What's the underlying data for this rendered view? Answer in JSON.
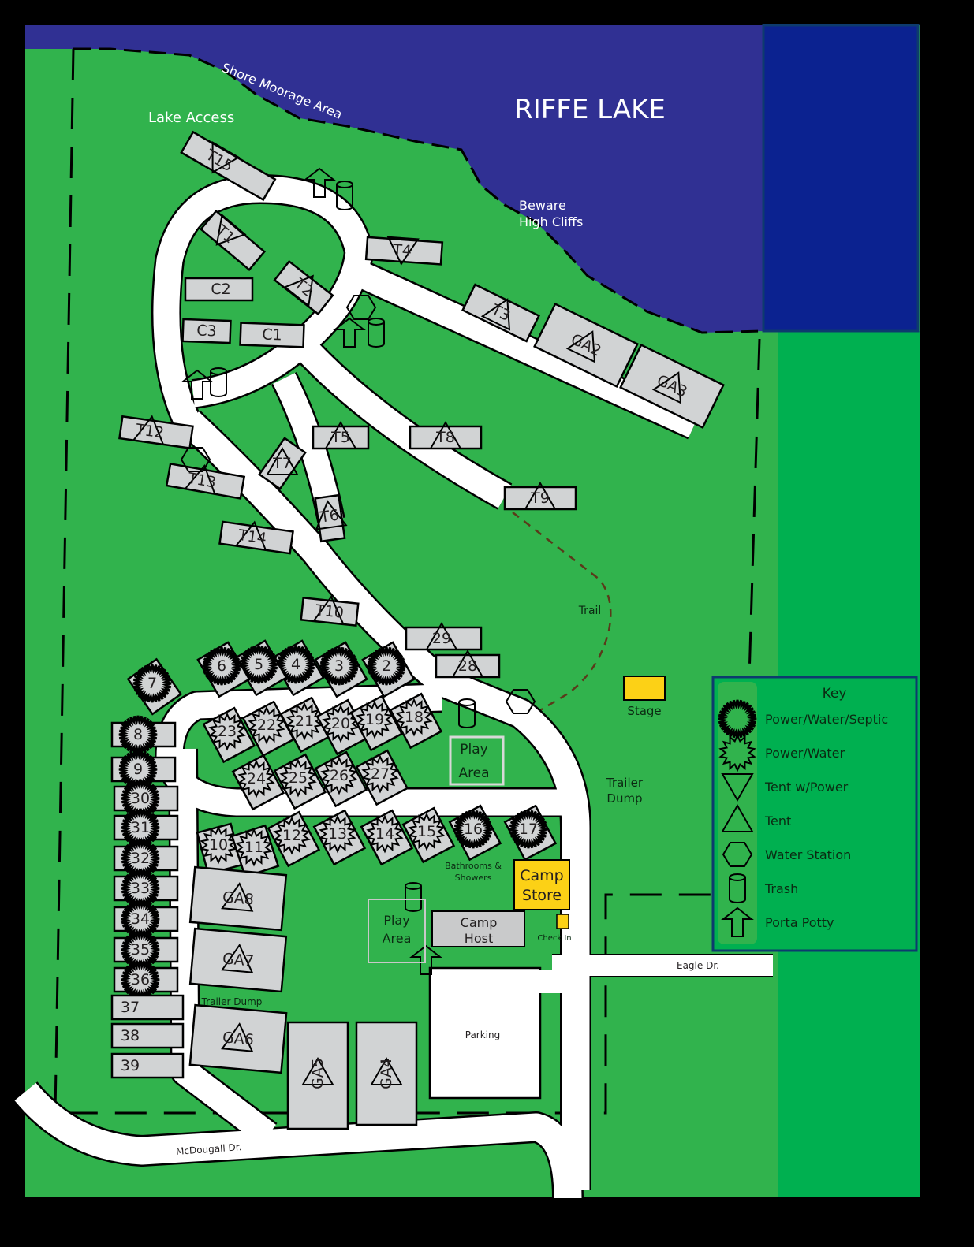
{
  "map": {
    "title": "RIFFE LAKE",
    "labels": {
      "shore_moorage": "Shore Moorage Area",
      "lake_access": "Lake Access",
      "beware": "Beware",
      "high_cliffs": "High Cliffs",
      "trail": "Trail",
      "stage": "Stage",
      "trailer_dump_right_1": "Trailer",
      "trailer_dump_right_2": "Dump",
      "trailer_dump_left": "Trailer Dump",
      "bathrooms_1": "Bathrooms &",
      "bathrooms_2": "Showers",
      "camp_store_1": "Camp",
      "camp_store_2": "Store",
      "camp_host_1": "Camp",
      "camp_host_2": "Host",
      "check_in": "Check In",
      "play_area_1": "Play",
      "play_area_2": "Area",
      "parking": "Parking",
      "eagle_dr": "Eagle Dr.",
      "mcdougall_dr": "McDougall Dr."
    },
    "colors": {
      "lake": "#303093",
      "lake_panel": "#0b2290",
      "grass": "#31b34d",
      "grass_panel": "#00b050",
      "site": "#d1d3d4",
      "store": "#fcd116",
      "host": "#c9cacb",
      "key_border": "#0d3b6e",
      "trail": "#5a3a1a"
    },
    "sites": {
      "tent_power": [
        "T15",
        "T1",
        "T4"
      ],
      "tent": [
        "T2",
        "T3",
        "T5",
        "T6",
        "T7",
        "T8",
        "T9",
        "T10",
        "T12",
        "T13",
        "T14",
        "GA2",
        "GA3",
        "GA4",
        "GA5",
        "GA6",
        "GA7",
        "GA8",
        "29",
        "28"
      ],
      "cabins": [
        "C1",
        "C2",
        "C3"
      ],
      "power_water_septic": [
        "2",
        "3",
        "4",
        "5",
        "6",
        "7",
        "8",
        "9",
        "16",
        "17",
        "30",
        "31",
        "32",
        "33",
        "34",
        "35",
        "36"
      ],
      "power_water": [
        "10",
        "11",
        "12",
        "13",
        "14",
        "15",
        "18",
        "19",
        "20",
        "21",
        "22",
        "23",
        "24",
        "25",
        "26",
        "27"
      ],
      "plain": [
        "37",
        "38",
        "39"
      ]
    }
  },
  "key": {
    "title": "Key",
    "items": [
      {
        "icon": "power-water-septic-icon",
        "label": "Power/Water/Septic"
      },
      {
        "icon": "power-water-icon",
        "label": "Power/Water"
      },
      {
        "icon": "tent-with-power-icon",
        "label": "Tent w/Power"
      },
      {
        "icon": "tent-icon",
        "label": "Tent"
      },
      {
        "icon": "water-station-icon",
        "label": "Water Station"
      },
      {
        "icon": "trash-icon",
        "label": "Trash"
      },
      {
        "icon": "porta-potty-icon",
        "label": "Porta Potty"
      }
    ]
  }
}
